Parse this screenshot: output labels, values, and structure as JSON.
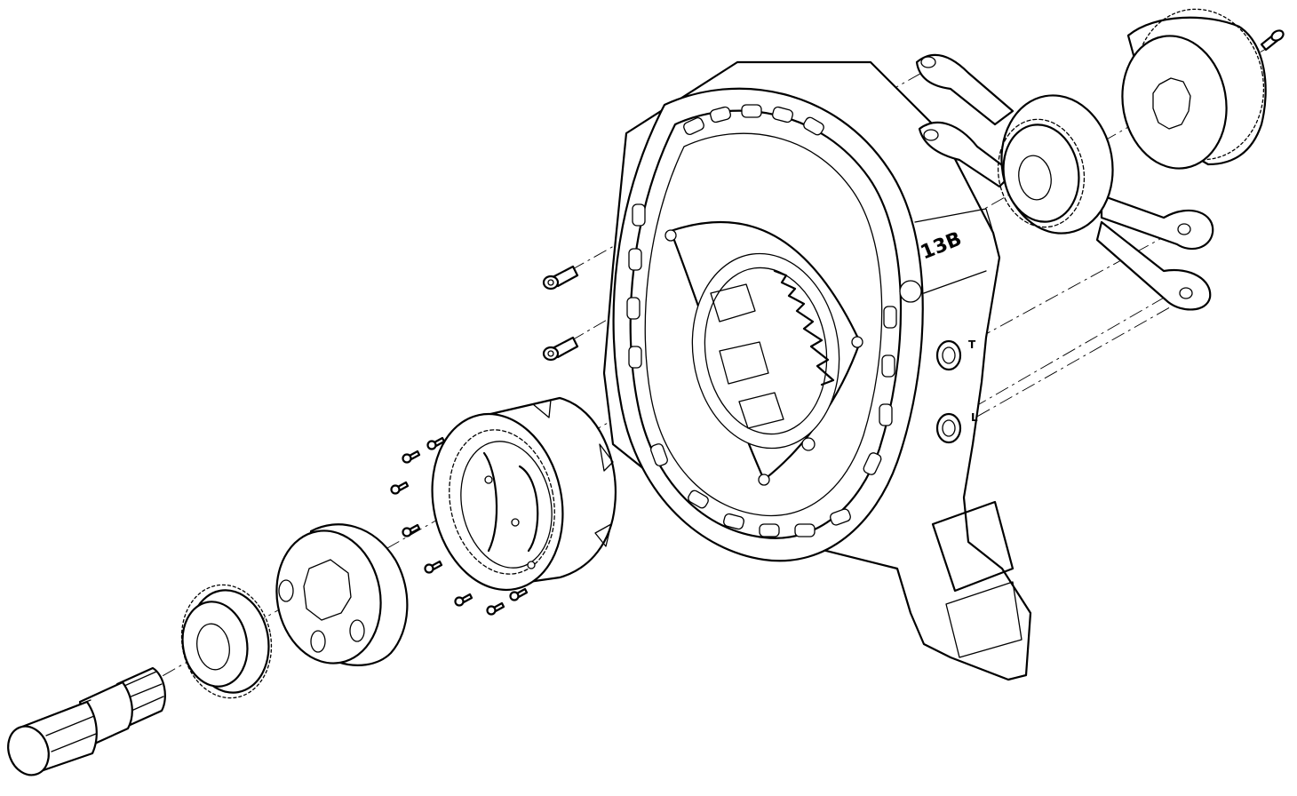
{
  "labels": {
    "engine_code": "13B",
    "port_t": "T",
    "port_l": "L"
  },
  "colors": {
    "line": "#000000",
    "background": "#ffffff"
  }
}
